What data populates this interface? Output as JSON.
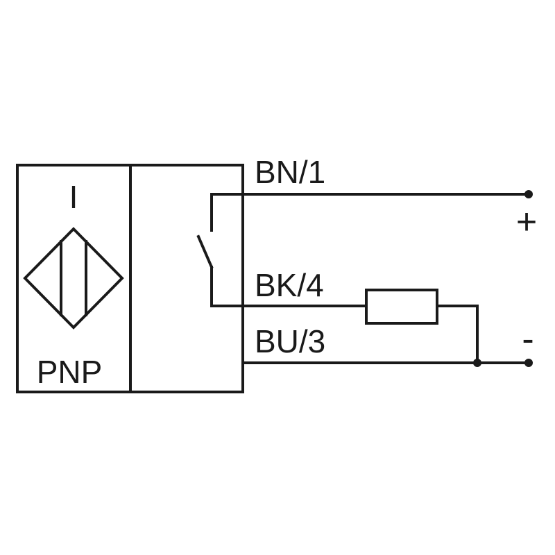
{
  "sensor": {
    "type_symbol": "I",
    "output_type": "PNP"
  },
  "wires": {
    "brown": "BN/1",
    "black": "BK/4",
    "blue": "BU/3"
  },
  "terminals": {
    "positive": "+",
    "negative": "-"
  }
}
